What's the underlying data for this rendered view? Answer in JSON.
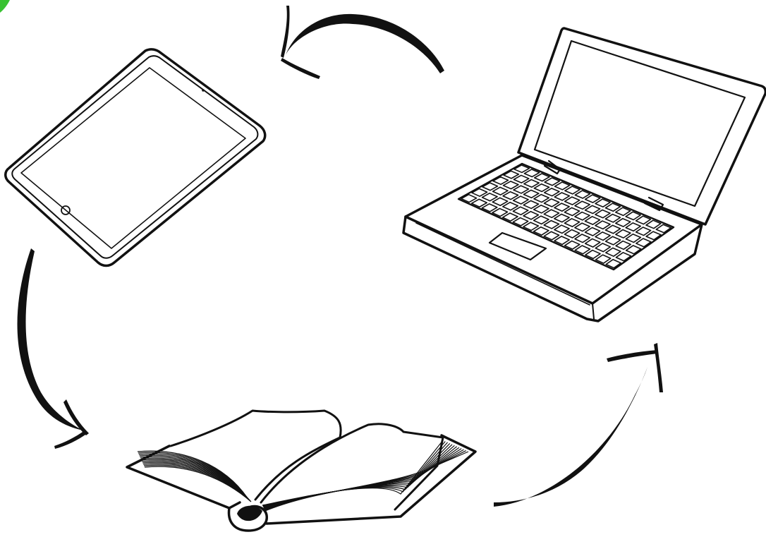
{
  "diagram": {
    "type": "cycle",
    "nodes": [
      {
        "id": "laptop",
        "icon": "laptop-icon"
      },
      {
        "id": "tablet",
        "icon": "tablet-icon"
      },
      {
        "id": "book",
        "icon": "open-book-icon"
      }
    ],
    "edges": [
      {
        "from": "laptop",
        "to": "tablet"
      },
      {
        "from": "tablet",
        "to": "book"
      },
      {
        "from": "book",
        "to": "laptop"
      }
    ]
  },
  "colors": {
    "ink": "#111111",
    "paper": "#ffffff",
    "corner_accent": "#39c232"
  }
}
